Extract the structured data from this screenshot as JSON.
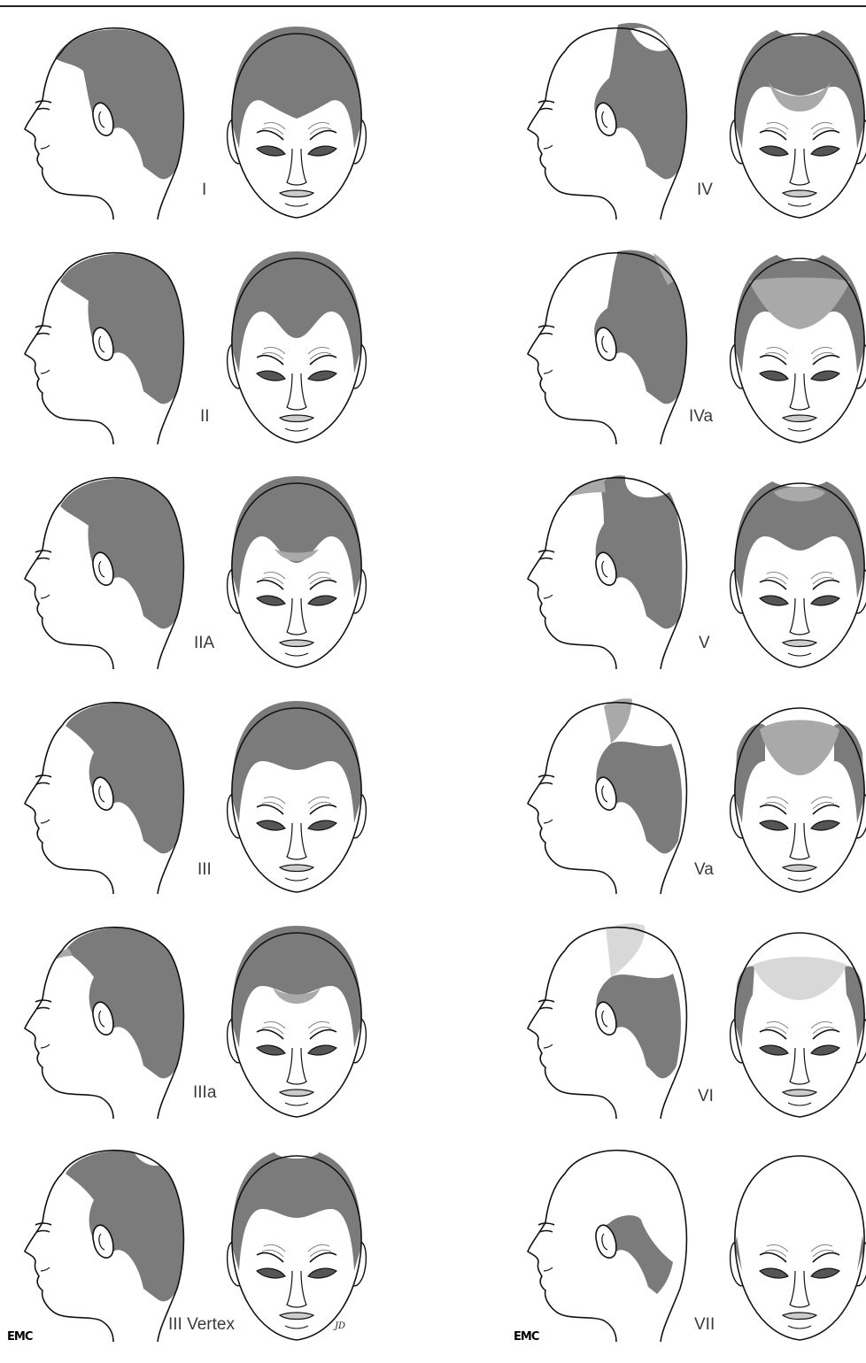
{
  "stages": [
    {
      "label": "I",
      "side": "full",
      "front": "full"
    },
    {
      "label": "II",
      "side": "temple",
      "front": "recede_small"
    },
    {
      "label": "IIA",
      "side": "temple",
      "front": "recede_small_light"
    },
    {
      "label": "III",
      "side": "temple_deep",
      "front": "recede_deep"
    },
    {
      "label": "IIIa",
      "side": "temple_deep_light",
      "front": "recede_deep_light"
    },
    {
      "label": "III Vertex",
      "side": "vertex",
      "front": "vertex"
    },
    {
      "label": "IV",
      "side": "vertex_large",
      "front": "vertex_bridge_light"
    },
    {
      "label": "IVa",
      "side": "front_bald",
      "front": "bridge_light_wide"
    },
    {
      "label": "V",
      "side": "vertex_larger",
      "front": "bridge_narrow"
    },
    {
      "label": "Va",
      "side": "top_bald_light",
      "front": "top_light"
    },
    {
      "label": "VI",
      "side": "top_very_light",
      "front": "very_light"
    },
    {
      "label": "VII",
      "side": "horseshoe",
      "front": "bald"
    }
  ],
  "credits": {
    "left": "EMC",
    "right": "EMC",
    "artist": "JD"
  },
  "colors": {
    "hair": "#7b7b7b",
    "light_hair": "#a9a9a9",
    "very_light_hair": "#d8d8d8",
    "line": "#111111"
  }
}
